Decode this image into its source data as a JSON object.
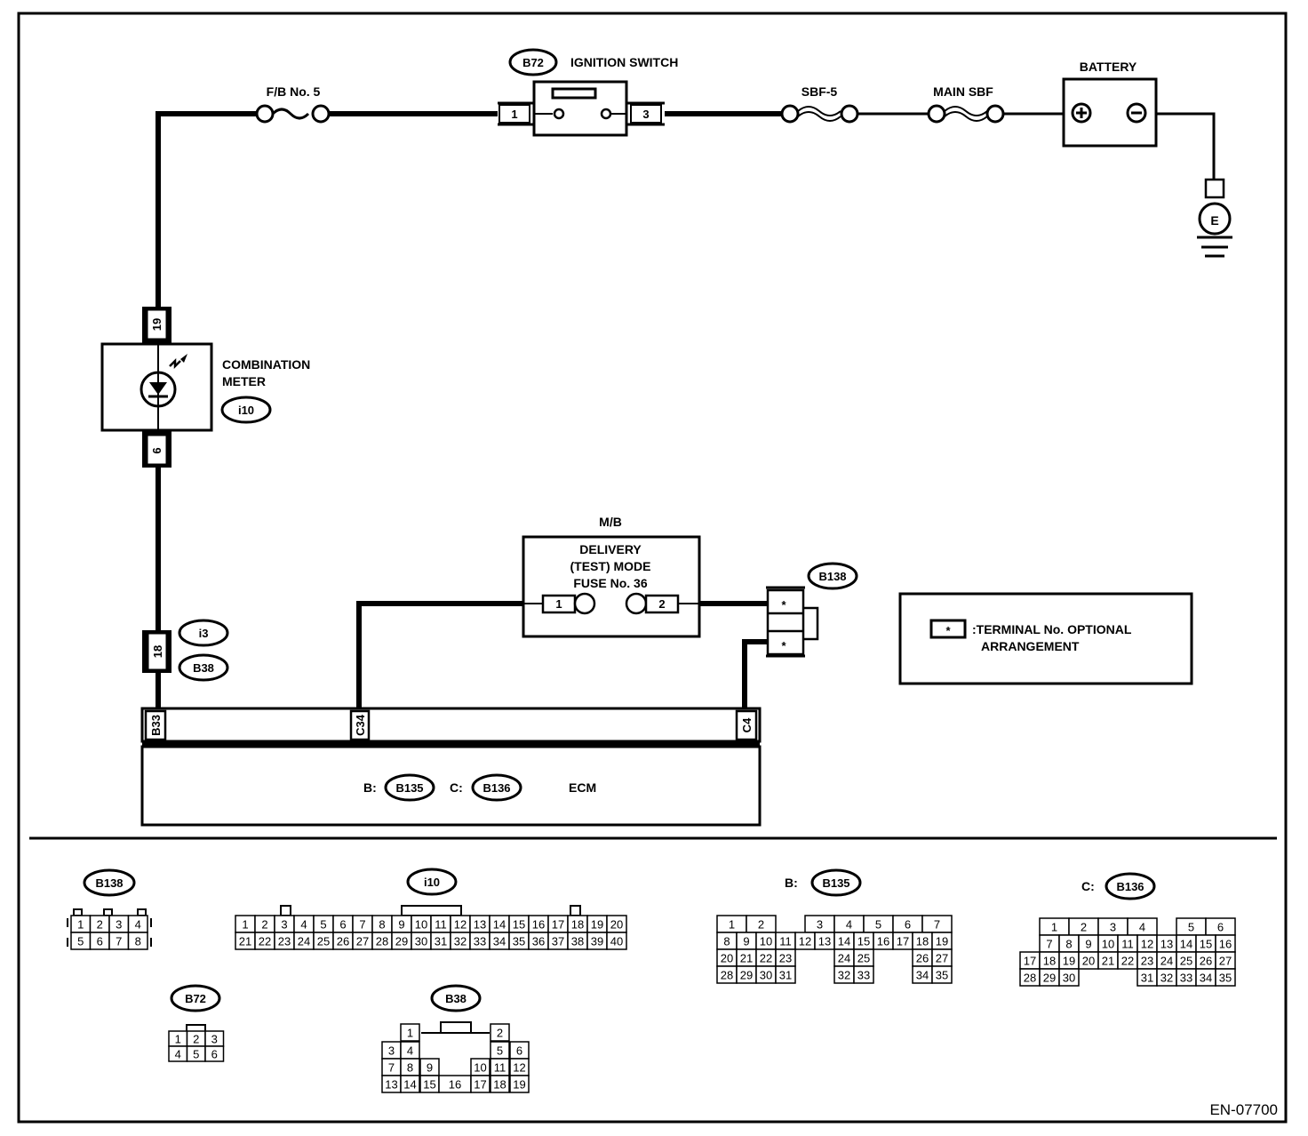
{
  "diagram": {
    "figure_id": "EN-07700",
    "components": {
      "ignition_switch": {
        "connector": "B72",
        "label": "IGNITION SWITCH",
        "pins": [
          "1",
          "3"
        ]
      },
      "fb_fuse": {
        "label": "F/B No. 5"
      },
      "sbf5": {
        "label": "SBF-5"
      },
      "main_sbf": {
        "label": "MAIN SBF"
      },
      "battery": {
        "label": "BATTERY",
        "plus": "+",
        "minus": "−"
      },
      "ground": {
        "label": "E"
      },
      "combination_meter": {
        "label_line1": "COMBINATION",
        "label_line2": "METER",
        "connector": "i10",
        "pin_top": "19",
        "pin_bottom": "6"
      },
      "joint_connector": {
        "pin": "18",
        "connectors": [
          "i3",
          "B38"
        ]
      },
      "mb": {
        "title": "M/B",
        "line1": "DELIVERY",
        "line2": "(TEST) MODE",
        "line3": "FUSE No. 36",
        "pins": [
          "1",
          "2"
        ]
      },
      "b138_inline": {
        "connector": "B138",
        "pins": [
          "*",
          "*"
        ]
      },
      "ecm": {
        "label": "ECM",
        "prefix_b": "B:",
        "connector_b": "B135",
        "prefix_c": "C:",
        "connector_c": "B136",
        "pins": [
          "B33",
          "C34",
          "C4"
        ]
      }
    },
    "legend": {
      "symbol": "*",
      "line1": ":TERMINAL No. OPTIONAL",
      "line2": "ARRANGEMENT"
    }
  },
  "connector_views": {
    "b138": {
      "name": "B138",
      "row1": [
        "1",
        "2",
        "3",
        "4"
      ],
      "row2": [
        "5",
        "6",
        "7",
        "8"
      ]
    },
    "i10": {
      "name": "i10",
      "row1": [
        "1",
        "2",
        "3",
        "4",
        "5",
        "6",
        "7",
        "8",
        "9",
        "10",
        "11",
        "12",
        "13",
        "14",
        "15",
        "16",
        "17",
        "18",
        "19",
        "20"
      ],
      "row2": [
        "21",
        "22",
        "23",
        "24",
        "25",
        "26",
        "27",
        "28",
        "29",
        "30",
        "31",
        "32",
        "33",
        "34",
        "35",
        "36",
        "37",
        "38",
        "39",
        "40"
      ]
    },
    "b135": {
      "prefix": "B:",
      "name": "B135",
      "row1": [
        "1",
        "2",
        "3",
        "4",
        "5",
        "6",
        "7"
      ],
      "row2": [
        "8",
        "9",
        "10",
        "11",
        "12",
        "13",
        "14",
        "15",
        "16",
        "17",
        "18",
        "19"
      ],
      "row3": [
        "20",
        "21",
        "22",
        "23",
        "24",
        "25",
        "26",
        "27"
      ],
      "row4": [
        "28",
        "29",
        "30",
        "31",
        "32",
        "33",
        "34",
        "35"
      ]
    },
    "b136": {
      "prefix": "C:",
      "name": "B136",
      "row1": [
        "1",
        "2",
        "3",
        "4",
        "5",
        "6"
      ],
      "row2": [
        "7",
        "8",
        "9",
        "10",
        "11",
        "12",
        "13",
        "14",
        "15",
        "16"
      ],
      "row3": [
        "17",
        "18",
        "19",
        "20",
        "21",
        "22",
        "23",
        "24",
        "25",
        "26",
        "27"
      ],
      "row4": [
        "28",
        "29",
        "30",
        "31",
        "32",
        "33",
        "34",
        "35"
      ]
    },
    "b72": {
      "name": "B72",
      "row1": [
        "1",
        "2",
        "3"
      ],
      "row2": [
        "4",
        "5",
        "6"
      ]
    },
    "b38": {
      "name": "B38",
      "pins": [
        "1",
        "2",
        "3",
        "4",
        "5",
        "6",
        "7",
        "8",
        "9",
        "10",
        "11",
        "12",
        "13",
        "14",
        "15",
        "16",
        "17",
        "18",
        "19"
      ]
    }
  }
}
